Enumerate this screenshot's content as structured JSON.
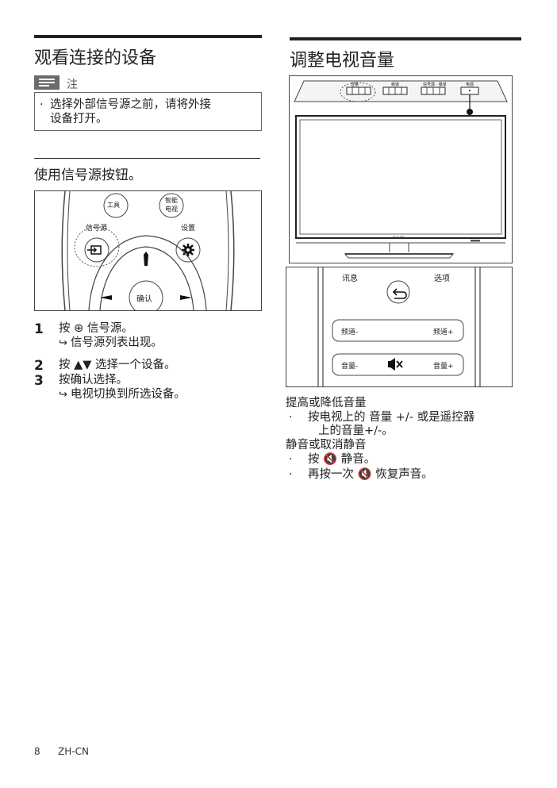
{
  "left": {
    "section_title": "观看连接的设备",
    "note": {
      "label": "注",
      "bullet": "·",
      "text_line1": "选择外部信号源之前，请将外接",
      "text_line2": "设备打开。"
    },
    "subsection_title": "使用信号源按钮。",
    "remote": {
      "tools": "工具",
      "smart_tv_l1": "智能",
      "smart_tv_l2": "电视",
      "source": "信号源",
      "settings": "设置",
      "ok": "确认"
    },
    "steps": [
      {
        "num": "1",
        "text": "按 ⊕ 信号源。",
        "result": "信号源列表出现。"
      },
      {
        "num": "2",
        "text": "按 ▲▼ 选择一个设备。"
      },
      {
        "num": "3",
        "text": "按确认选择。",
        "result": "电视切换到所选设备。"
      }
    ]
  },
  "right": {
    "section_title": "调整电视音量",
    "tv_panel": {
      "group1": "音量",
      "group2": "频道",
      "group3": "信号源 · 菜单",
      "group4": "电源",
      "brand": "PHILIPS"
    },
    "remote": {
      "info": "讯息",
      "options": "选项",
      "ch_minus": "频道-",
      "ch_plus": "频道+",
      "vol_minus": "音量-",
      "vol_plus": "音量+"
    },
    "heading1": "提高或降低音量",
    "bullet1_l1": "按电视上的 音量 +/- 或是遥控器",
    "bullet1_l2": "上的音量+/-。",
    "heading2": "静音或取消静音",
    "bullet2": "按 🔇 静音。",
    "bullet3": "再按一次 🔇 恢复声音。",
    "bullet": "·"
  },
  "footer": {
    "page_number": "8",
    "locale": "ZH-CN"
  }
}
